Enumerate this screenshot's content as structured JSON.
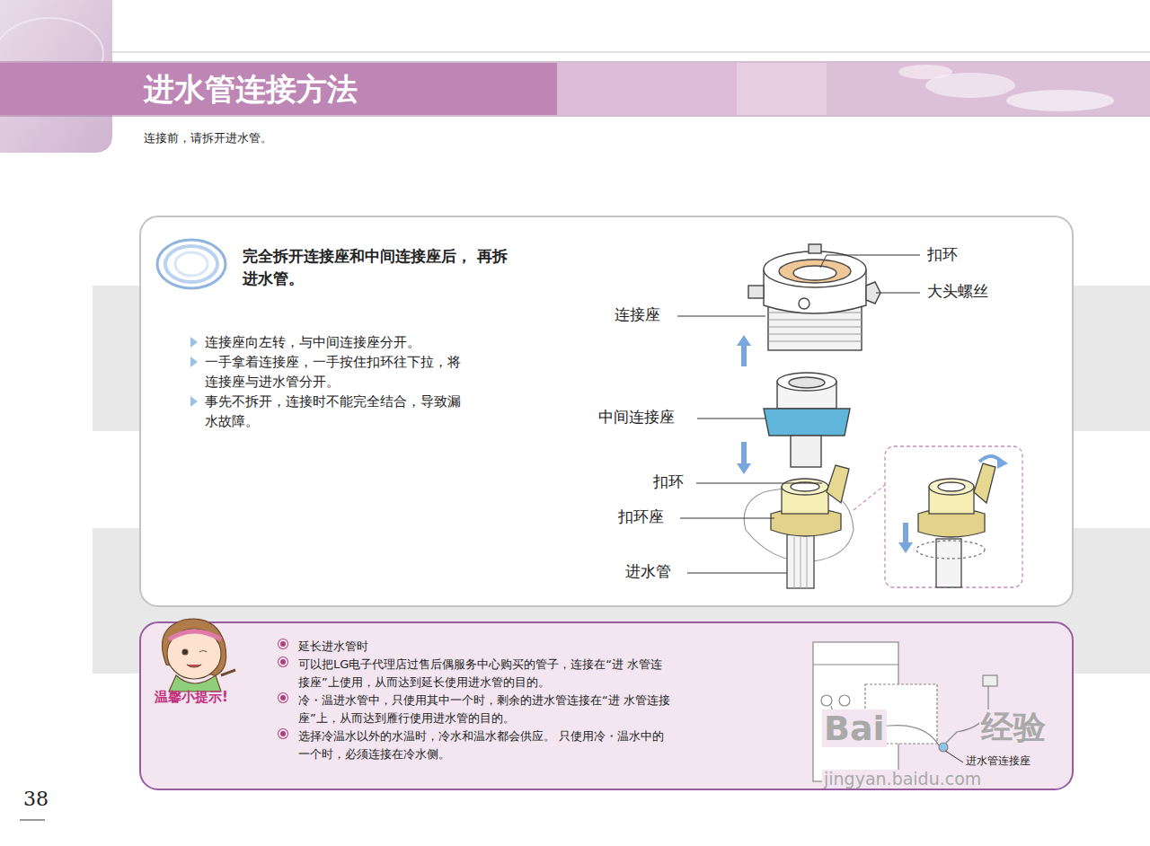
{
  "diagram": {
    "title": "进水管连接方法",
    "nodes": [
      {
        "text": [
          "完全拆开连接座和中间连接座后， 再拆进水管。",
          "连接座向左转，与中间连接座分开。",
          "一手拿着连接座，一手按住扣环往下拉，将 连接座与进水管分开。",
          "事先不拆开，连接时不能完全结合，导致漏 水故障。"
        ]
      },
      {
        "text": [
          "温馨小提示!",
          "延长进水管时",
          "可以把LG电子代理店过售后偶服务中心购买的管子，连接在“进 水管连接座”上使用，从而达到延长使用进水管的目的。",
          "冷・温进水管中，只使用其中一个时，剩余的进水管连接在“进 水管连接座”上，从而达到雁行使用进水管的目的。",
          "选择冷温水以外的水温时，冷水和温水都会供应。 只使用冷・温水中的一个时，必须连接在冷水侧。"
        ]
      }
    ],
    "labels": [
      "连接前，请拆开进水管。",
      "扣环",
      "大头螺丝",
      "连接座",
      "中间连接座",
      "扣环",
      "扣环座",
      "进水管",
      "进水管连接座",
      "38",
      "Bai",
      "经验",
      "jingyan.baidu.com"
    ]
  }
}
